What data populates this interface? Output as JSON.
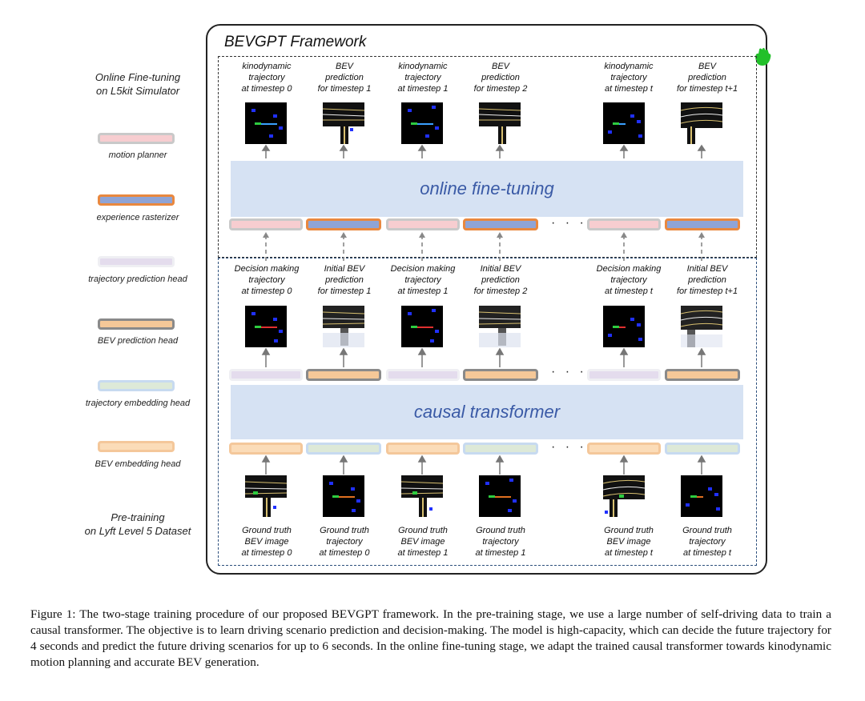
{
  "framework_title": "BEVGPT  Framework",
  "stages": {
    "online": "Online Fine-tuning\non L5kit Simulator",
    "pretrain": "Pre-training\non Lyft Level 5 Dataset"
  },
  "legend": [
    {
      "key": "motion-planner",
      "label": "motion planner"
    },
    {
      "key": "experience-rasterizer",
      "label": "experience rasterizer"
    },
    {
      "key": "trajectory-prediction-head",
      "label": "trajectory prediction head"
    },
    {
      "key": "bev-prediction-head",
      "label": "BEV prediction head"
    },
    {
      "key": "trajectory-embedding-head",
      "label": "trajectory embedding head"
    },
    {
      "key": "bev-embedding-head",
      "label": "BEV embedding head"
    }
  ],
  "bands": {
    "online": "online fine-tuning",
    "causal": "causal transformer"
  },
  "ellipsis": "· · ·",
  "online_labels": [
    "kinodynamic\ntrajectory\nat timestep 0",
    "BEV\nprediction\nfor timestep 1",
    "kinodynamic\ntrajectory\nat timestep 1",
    "BEV\nprediction\nfor timestep 2",
    "kinodynamic\ntrajectory\nat timestep t",
    "BEV\nprediction\nfor timestep t+1"
  ],
  "pretrain_output_labels": [
    "Decision making\ntrajectory\nat timestep 0",
    "Initial BEV\nprediction\nfor timestep 1",
    "Decision making\ntrajectory\nat timestep 1",
    "Initial BEV\nprediction\nfor timestep 2",
    "Decision making\ntrajectory\nat timestep t",
    "Initial BEV\nprediction\nfor timestep t+1"
  ],
  "pretrain_input_labels": [
    "Ground truth\nBEV image\nat timestep 0",
    "Ground truth\ntrajectory\nat timestep 0",
    "Ground truth\nBEV image\nat timestep 1",
    "Ground truth\ntrajectory\nat timestep 1",
    "Ground truth\nBEV image\nat timestep t",
    "Ground truth\ntrajectory\nat timestep t"
  ],
  "caption": "Figure 1: The two-stage training procedure of our proposed BEVGPT framework. In the pre-training stage, we use a large number of self-driving data to train a causal transformer. The objective is to learn driving scenario prediction and decision-making. The model is high-capacity, which can decide the future trajectory for 4 seconds and predict the future driving scenarios for up to 6 seconds. In the online fine-tuning stage, we adapt the trained causal transformer towards kinodynamic motion planning and accurate BEV generation.",
  "colors": {
    "band": "#d6e2f3",
    "band_text": "#3a5aa6",
    "motion_planner": "#f7cdd0",
    "experience_rasterizer": "#8fa4d6",
    "rasterizer_border": "#e9883f",
    "trajectory_prediction_head": "#e4dced",
    "bev_prediction_head": "#f5c898",
    "trajectory_embedding_head": "#dde9d8",
    "bev_embedding_head": "#fbdcb8",
    "hand_icon": "#22c02a"
  },
  "icons": {
    "corner": "hand-icon"
  }
}
